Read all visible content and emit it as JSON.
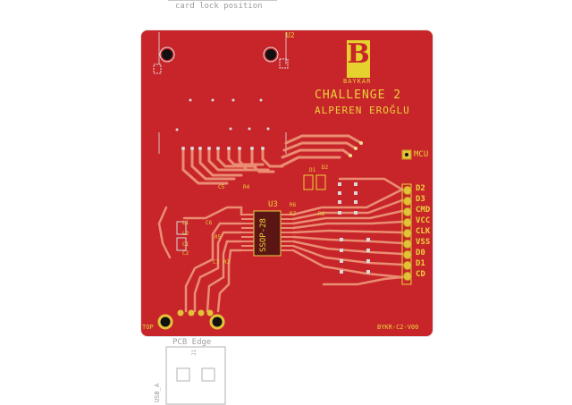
{
  "top_note": "card lock position",
  "board": {
    "title_line1": "CHALLENGE 2",
    "title_line2": "ALPEREN EROĞLU",
    "logo_text": "BAYKAR",
    "logo_letter": "B",
    "revision": "BYKR-C2-V00",
    "layer_label": "TOP",
    "ic_ref": "U3",
    "ic_package": "SSOP-28",
    "u2_ref": "U2",
    "mcu_label": "MCU",
    "component_labels": [
      "D1",
      "D2",
      "C5",
      "C6",
      "C7",
      "R3",
      "R4",
      "R5",
      "R6",
      "R7",
      "R8",
      "L1",
      "L2",
      "C1",
      "C2"
    ],
    "header_pins": [
      "D2",
      "D3",
      "CMD",
      "VCC",
      "CLK",
      "VSS",
      "D0",
      "D1",
      "CD"
    ]
  },
  "outline_label": "PCB Edge",
  "usb": {
    "ref": "J1",
    "name": "USB_A"
  },
  "colors": {
    "copper": "#c8252a",
    "trace": "#ea8d73",
    "silkscreen": "#e8d33a",
    "pad": "#e3c23a",
    "outline": "#9c9c9c"
  }
}
